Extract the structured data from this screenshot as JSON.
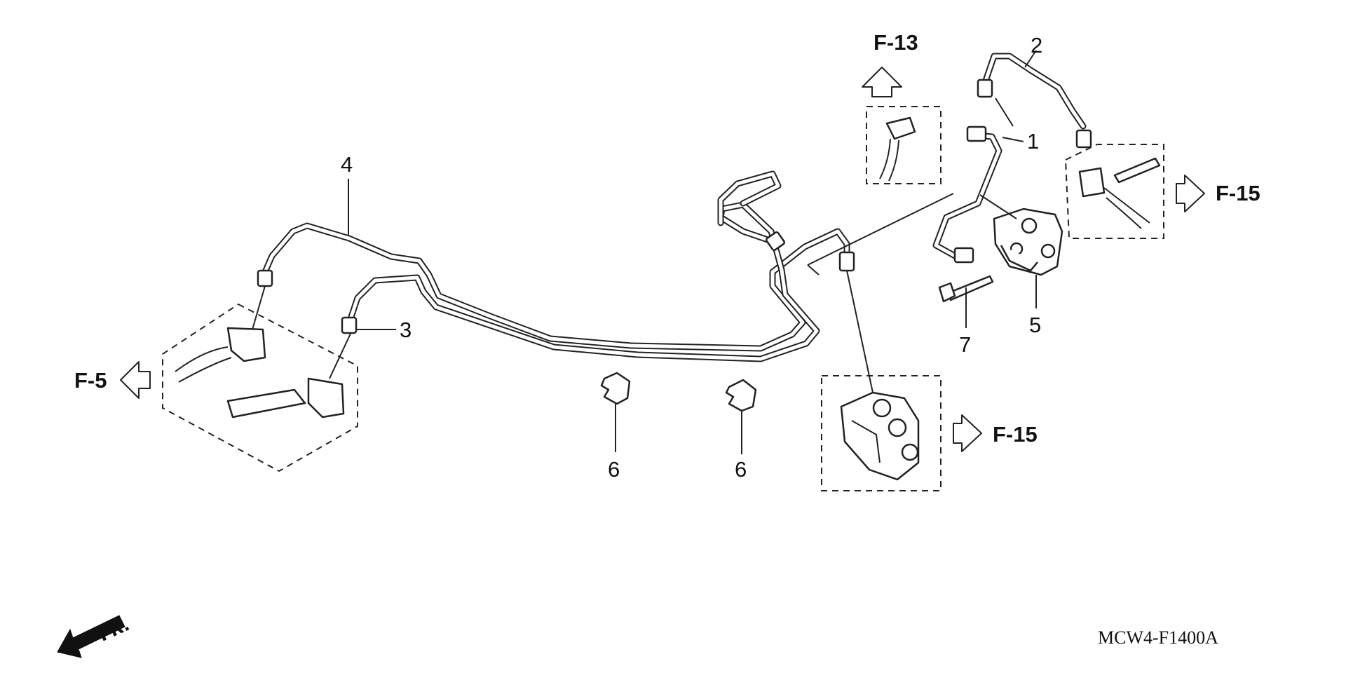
{
  "callouts": {
    "1": "1",
    "2": "2",
    "3": "3",
    "4": "4",
    "5": "5",
    "6a": "6",
    "6b": "6",
    "7": "7"
  },
  "references": {
    "f5": "F-5",
    "f13": "F-13",
    "f15_upper": "F-15",
    "f15_lower": "F-15"
  },
  "front_label": "FR.",
  "diagram_code": "MCW4-F1400A",
  "colors": {
    "line": "#222222",
    "background": "#ffffff"
  }
}
